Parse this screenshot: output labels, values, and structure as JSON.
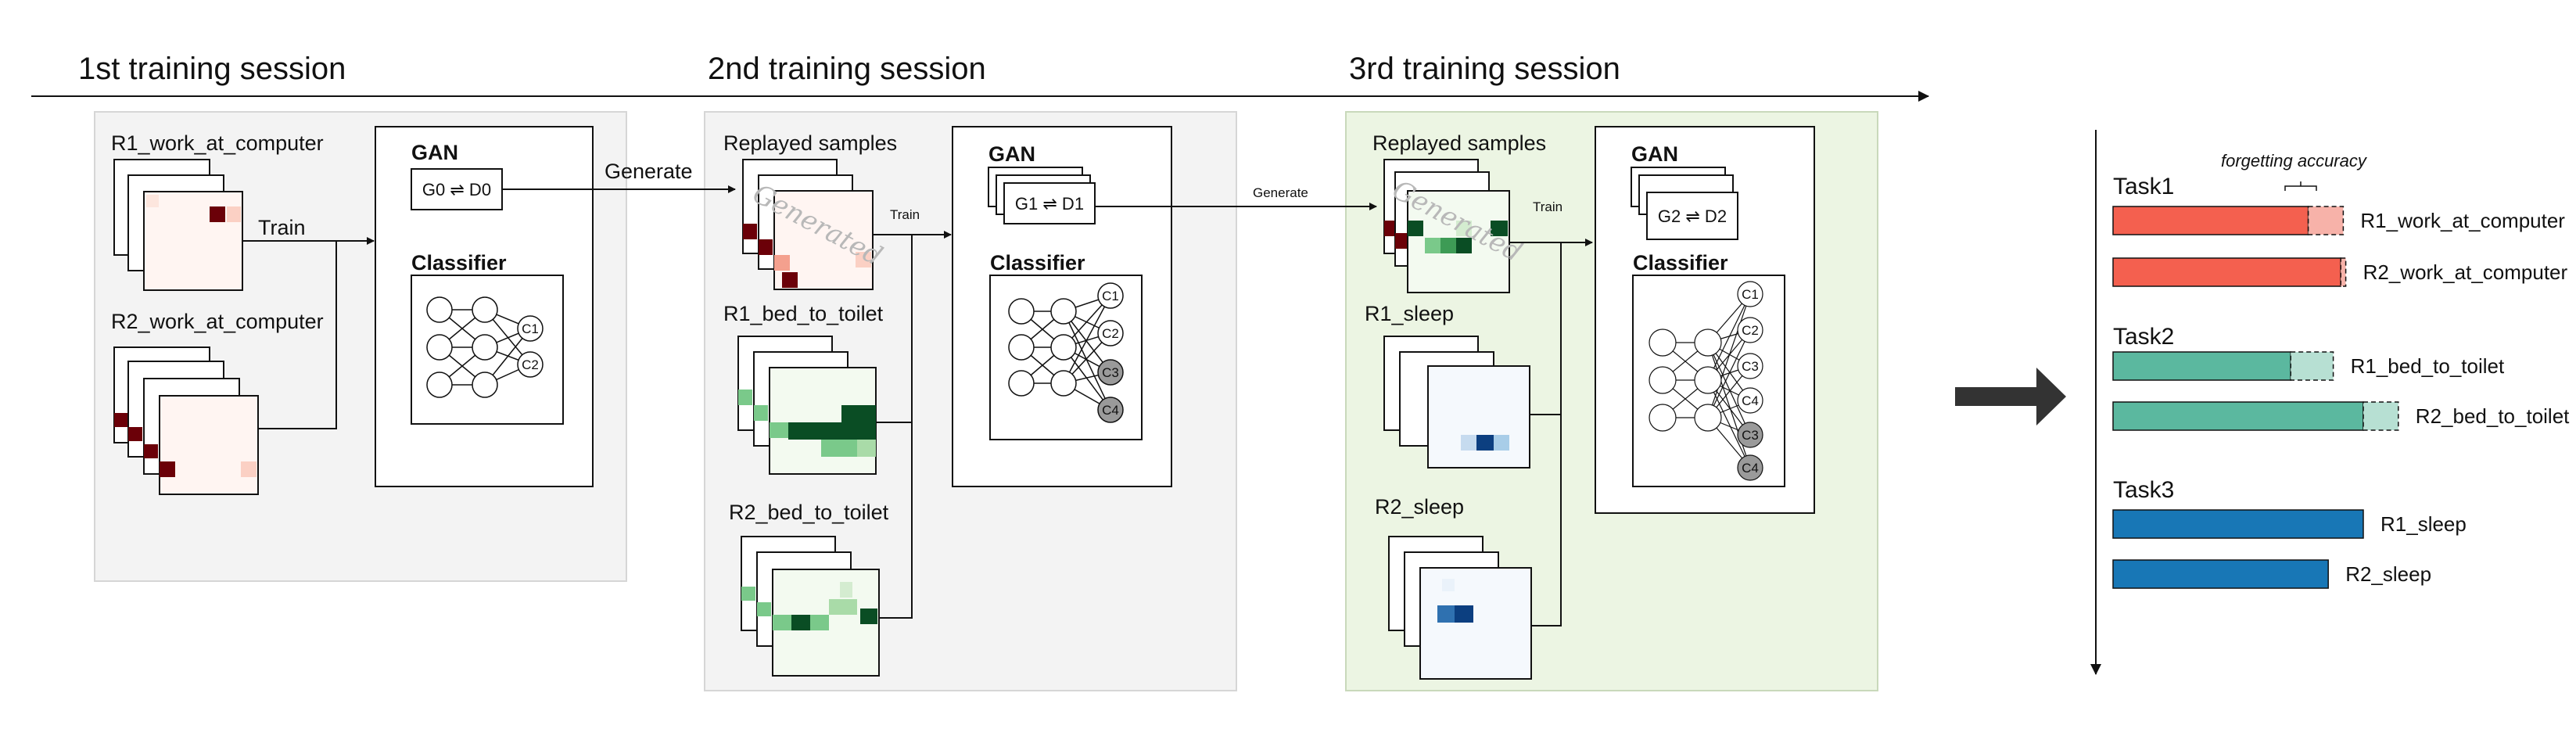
{
  "timeline": {
    "sessions": [
      "1st training session",
      "2nd training session",
      "3rd training session"
    ]
  },
  "session1": {
    "group1_label": "R1_work_at_computer",
    "group2_label": "R2_work_at_computer",
    "train_label": "Train",
    "gan_title": "GAN",
    "gan_pair": "G0 ⇌ D0",
    "classifier_title": "Classifier",
    "class_nodes": [
      "C1",
      "C2"
    ],
    "generate_label": "Generate"
  },
  "session2": {
    "replay_label": "Replayed samples",
    "watermark": "Generated",
    "train_label": "Train",
    "group1_label": "R1_bed_to_toilet",
    "group2_label": "R2_bed_to_toilet",
    "gan_title": "GAN",
    "gan_pair": "G1 ⇌ D1",
    "classifier_title": "Classifier",
    "class_nodes": [
      "C1",
      "C2",
      "C3",
      "C4"
    ],
    "generate_label": "Generate"
  },
  "session3": {
    "replay_label": "Replayed samples",
    "watermark": "Generated",
    "train_label": "Train",
    "group1_label": "R1_sleep",
    "group2_label": "R2_sleep",
    "gan_title": "GAN",
    "gan_pair": "G2 ⇌ D2",
    "classifier_title": "Classifier",
    "class_nodes": [
      "C1",
      "C2",
      "C3",
      "C4",
      "C3",
      "C4"
    ]
  },
  "results": {
    "forgetting_label": "forgetting accuracy",
    "tasks": [
      {
        "name": "Task1",
        "color": "#f4604f",
        "light_color": "#f7b2a9",
        "bars": [
          {
            "label": "R1_work_at_computer",
            "accuracy": 0.78,
            "forgetting": 0.14
          },
          {
            "label": "R2_work_at_computer",
            "accuracy": 0.91,
            "forgetting": 0.02
          }
        ]
      },
      {
        "name": "Task2",
        "color": "#5bb89f",
        "light_color": "#b7e0d3",
        "bars": [
          {
            "label": "R1_bed_to_toilet",
            "accuracy": 0.71,
            "forgetting": 0.17
          },
          {
            "label": "R2_bed_to_toilet",
            "accuracy": 1.0,
            "forgetting": 0.14
          }
        ]
      },
      {
        "name": "Task3",
        "color": "#1877b6",
        "light_color": "#a8cde8",
        "bars": [
          {
            "label": "R1_sleep",
            "accuracy": 1.0,
            "forgetting": 0
          },
          {
            "label": "R2_sleep",
            "accuracy": 0.86,
            "forgetting": 0
          }
        ]
      }
    ]
  },
  "colors": {
    "panel_gray": "#f3f3f3",
    "panel_green": "#ecf5e3",
    "red_dark": "#6b0008",
    "green_dark": "#0a4d24",
    "blue_dark": "#0c3f80",
    "arrow": "#333333"
  }
}
